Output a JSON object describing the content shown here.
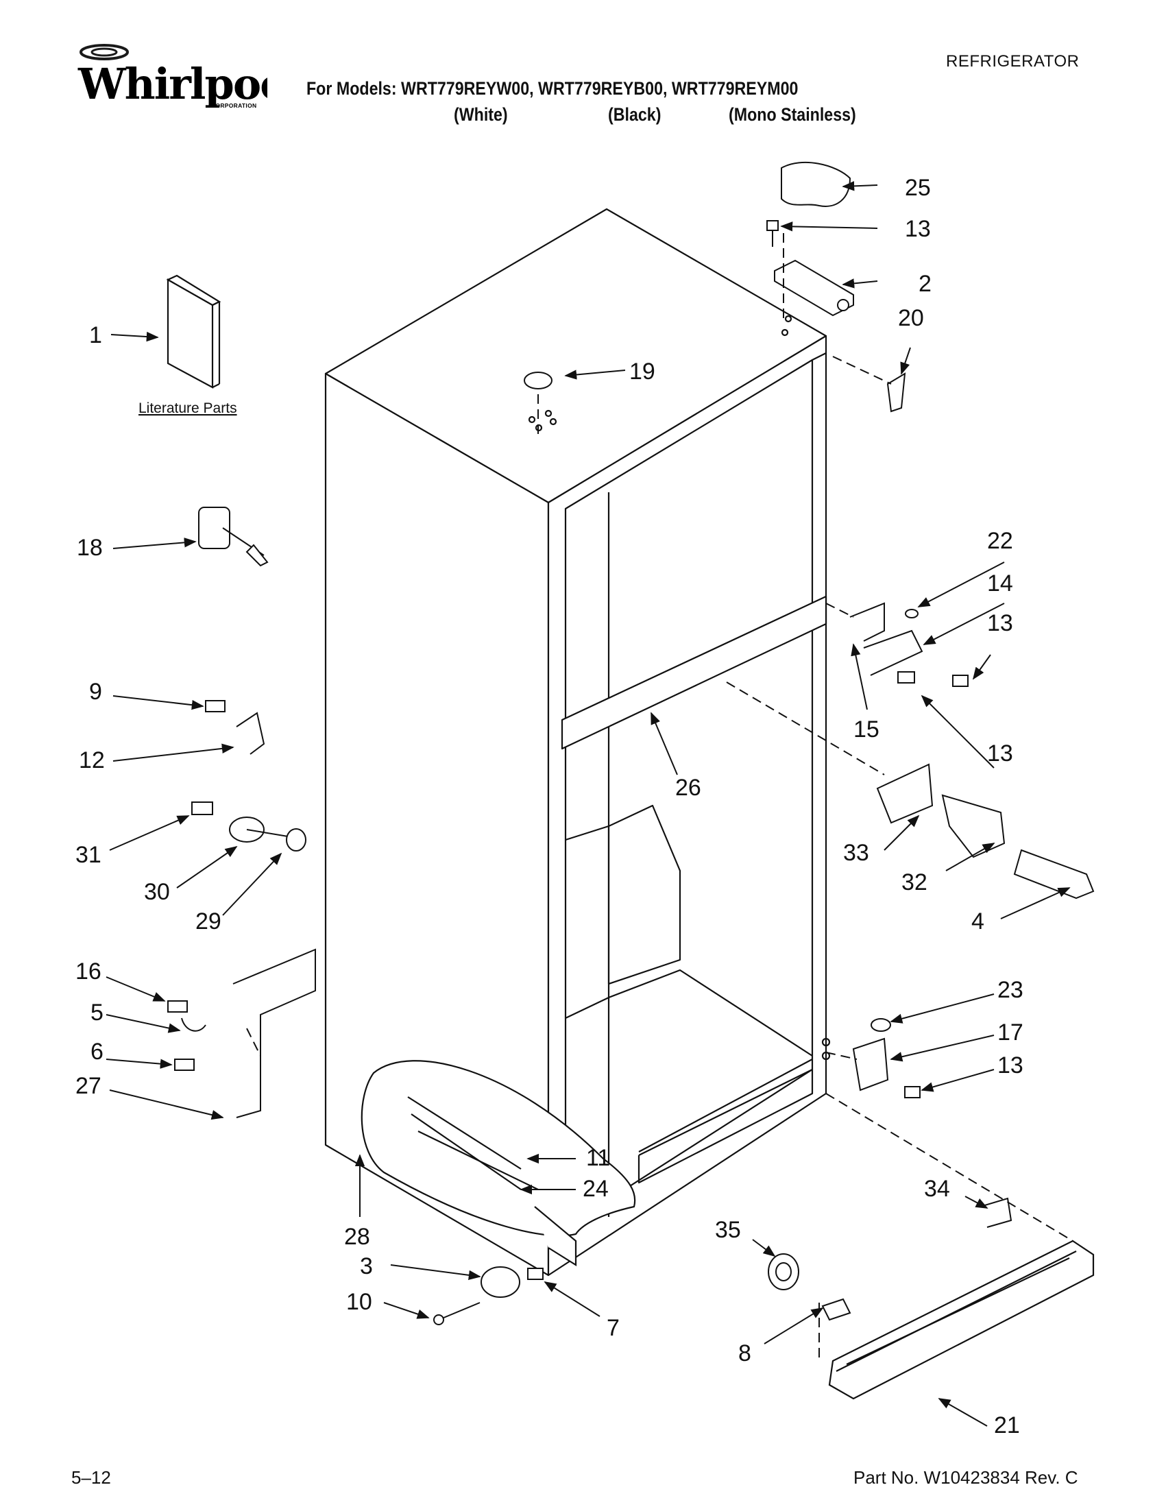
{
  "header": {
    "brand": "Whirlpool",
    "brand_sub": "CORPORATION",
    "category": "REFRIGERATOR",
    "models_line": "For Models: WRT779REYW00, WRT779REYB00, WRT779REYM00",
    "variants": [
      "(White)",
      "(Black)",
      "(Mono Stainless)"
    ]
  },
  "diagram": {
    "literature_label": "Literature Parts",
    "callouts": [
      "1",
      "2",
      "3",
      "4",
      "5",
      "6",
      "7",
      "8",
      "9",
      "10",
      "11",
      "12",
      "13",
      "13",
      "13",
      "13",
      "13",
      "14",
      "15",
      "16",
      "17",
      "18",
      "19",
      "20",
      "21",
      "22",
      "23",
      "24",
      "25",
      "26",
      "27",
      "28",
      "29",
      "30",
      "31",
      "32",
      "33",
      "34",
      "35"
    ]
  },
  "footer": {
    "page": "5–12",
    "part_no": "Part No. W10423834 Rev. C"
  }
}
